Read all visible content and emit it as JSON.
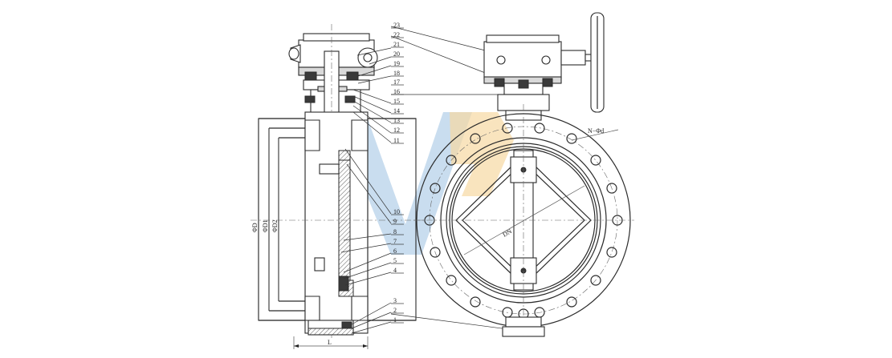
{
  "part_numbers": [
    "1",
    "2",
    "3",
    "4",
    "5",
    "6",
    "7",
    "8",
    "9",
    "10",
    "11",
    "12",
    "13",
    "14",
    "15",
    "16",
    "17",
    "18",
    "19",
    "20",
    "21",
    "22",
    "23"
  ],
  "dimensions": {
    "D": "ΦD",
    "D1": "ΦD1",
    "D2": "ΦD2",
    "L": "L",
    "DN": "DN",
    "bolts": "N−Φd"
  },
  "colors": {
    "watermark_blue": "#b7d2ea",
    "watermark_orange": "#f7d9a2",
    "line": "#2b2b2b"
  }
}
